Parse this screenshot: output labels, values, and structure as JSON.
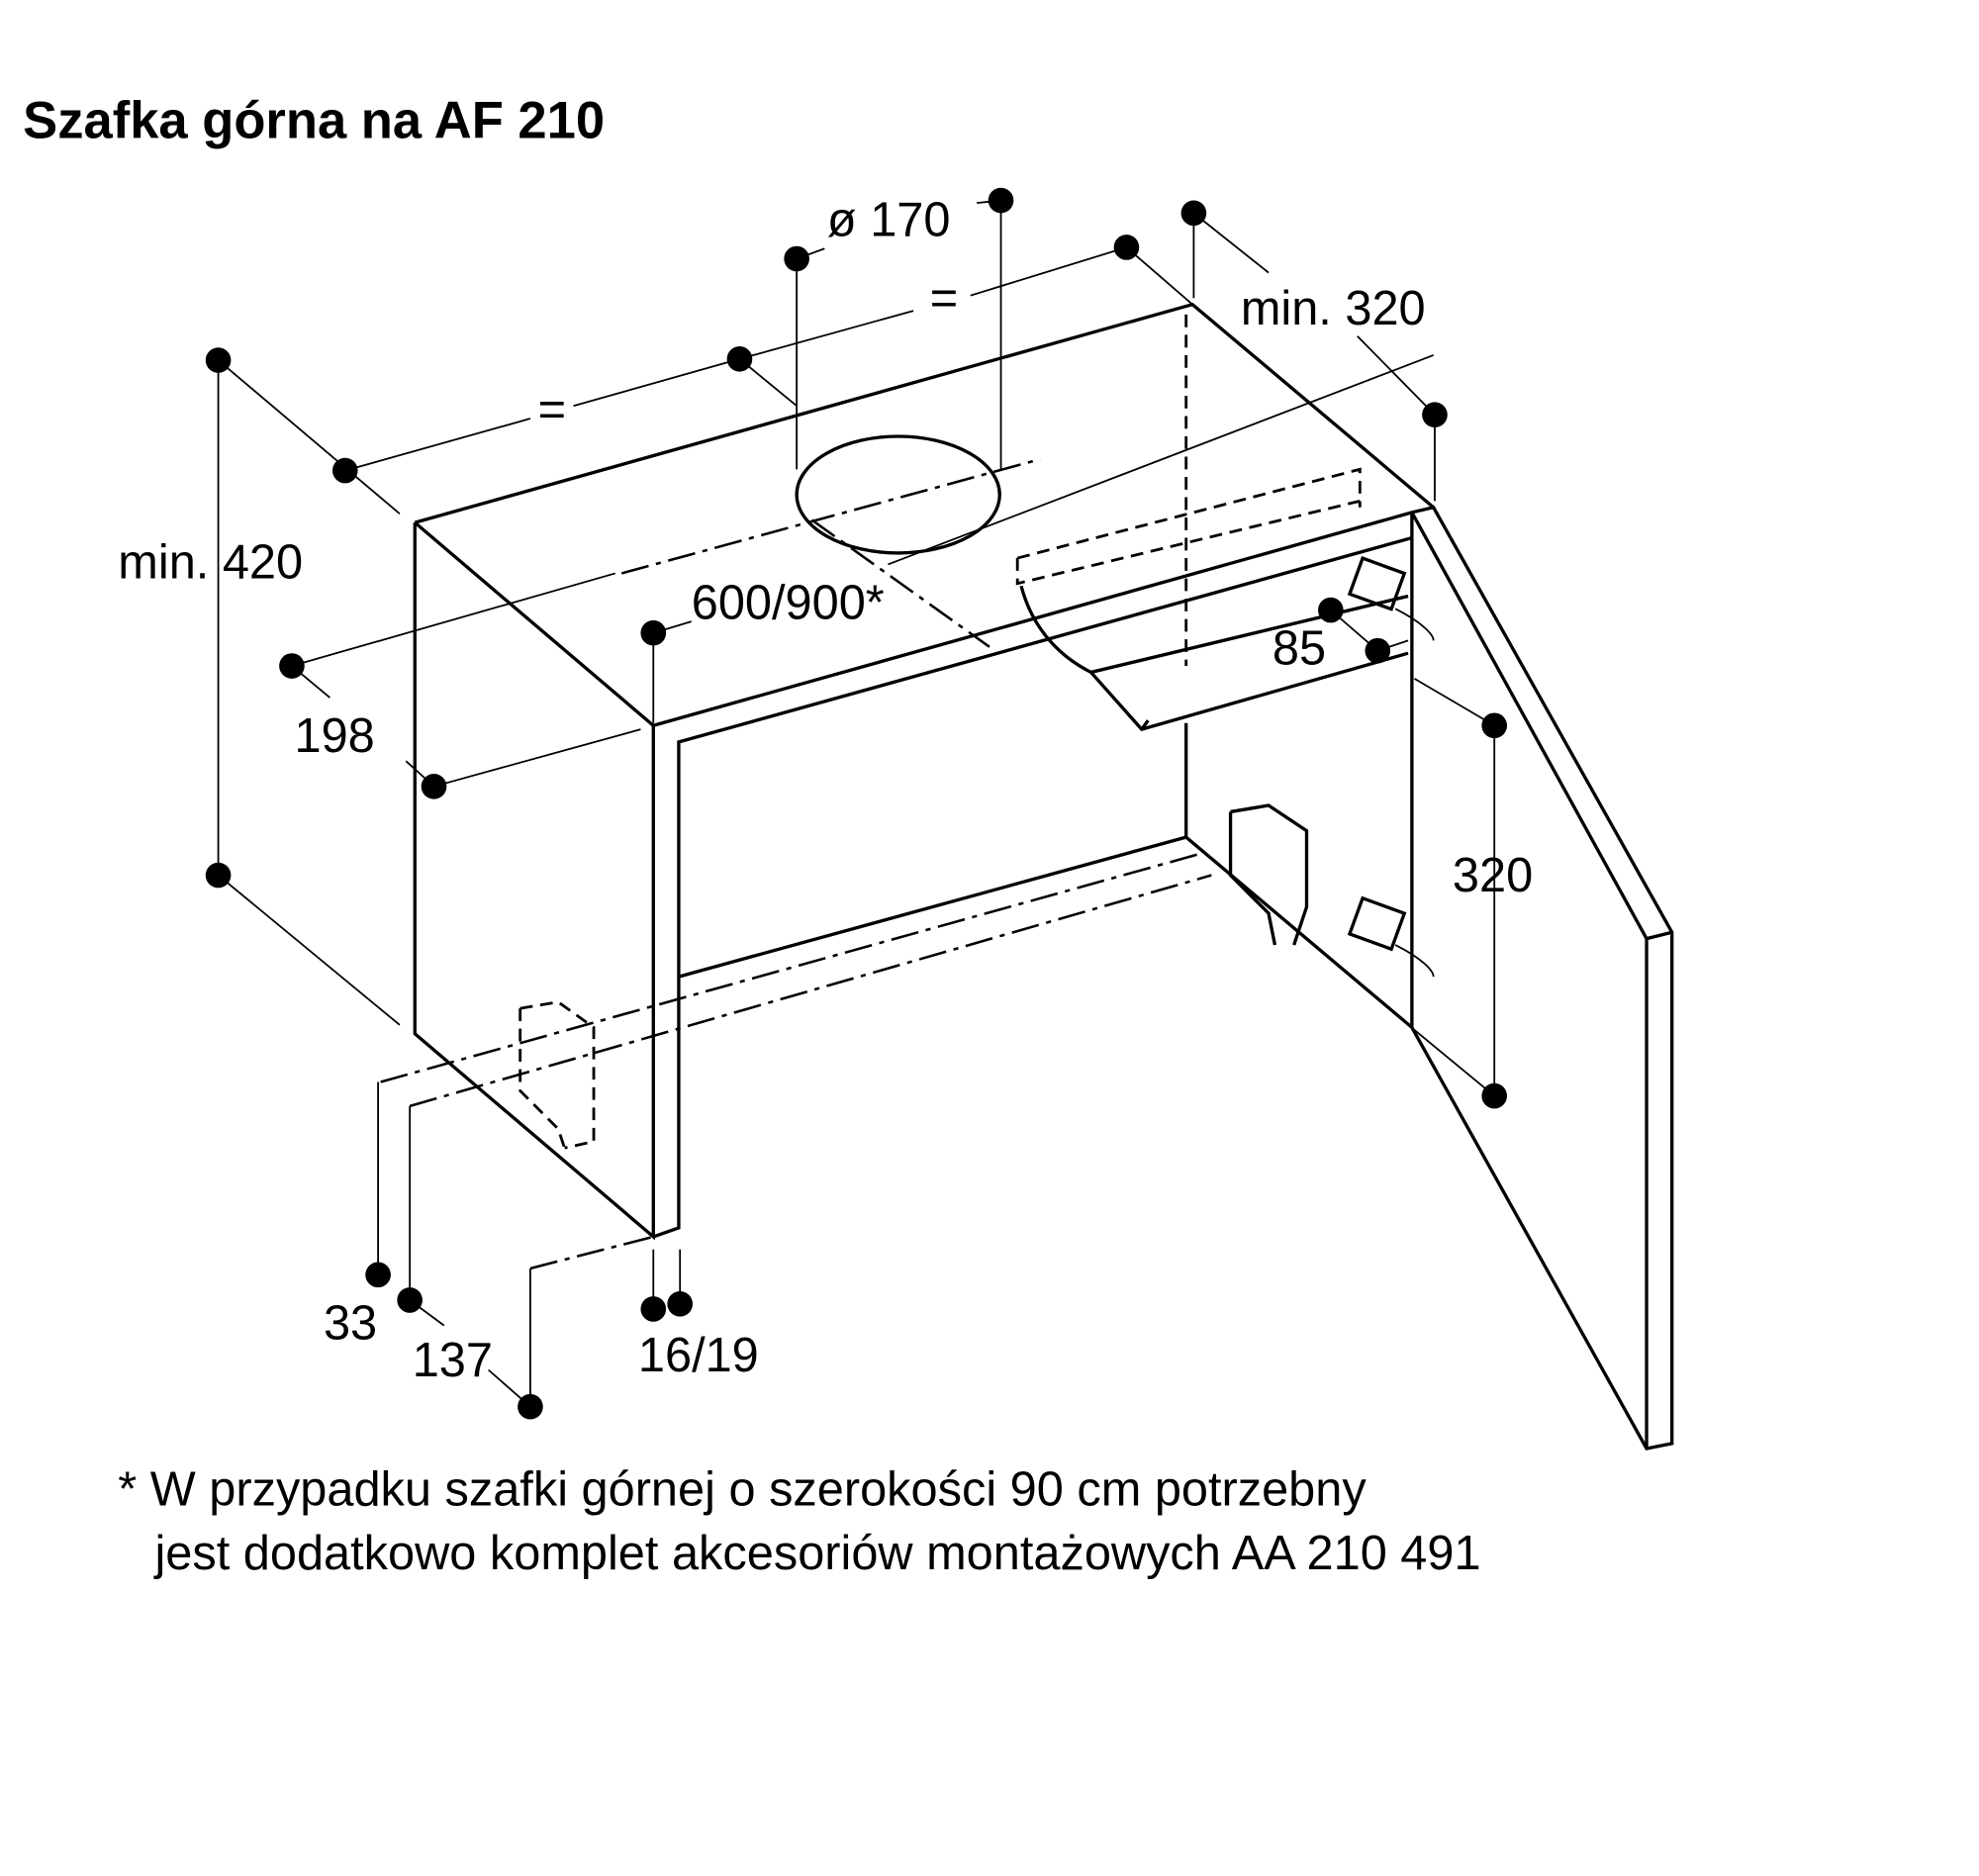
{
  "title": "Szafka górna na AF 210",
  "dimensions": {
    "duct_diameter": "ø 170",
    "equal_right": "=",
    "equal_left": "=",
    "min_depth": "min. 320",
    "min_height": "min. 420",
    "width": "600/900*",
    "offset_198": "198",
    "offset_85": "85",
    "hinge_spacing": "320",
    "offset_33": "33",
    "offset_137": "137",
    "board_thickness": "16/19"
  },
  "footnote": {
    "line1": "* W przypadku szafki górnej o szerokości 90 cm potrzebny",
    "line2": "jest dodatkowo komplet akcesoriów montażowych AA 210 491"
  }
}
